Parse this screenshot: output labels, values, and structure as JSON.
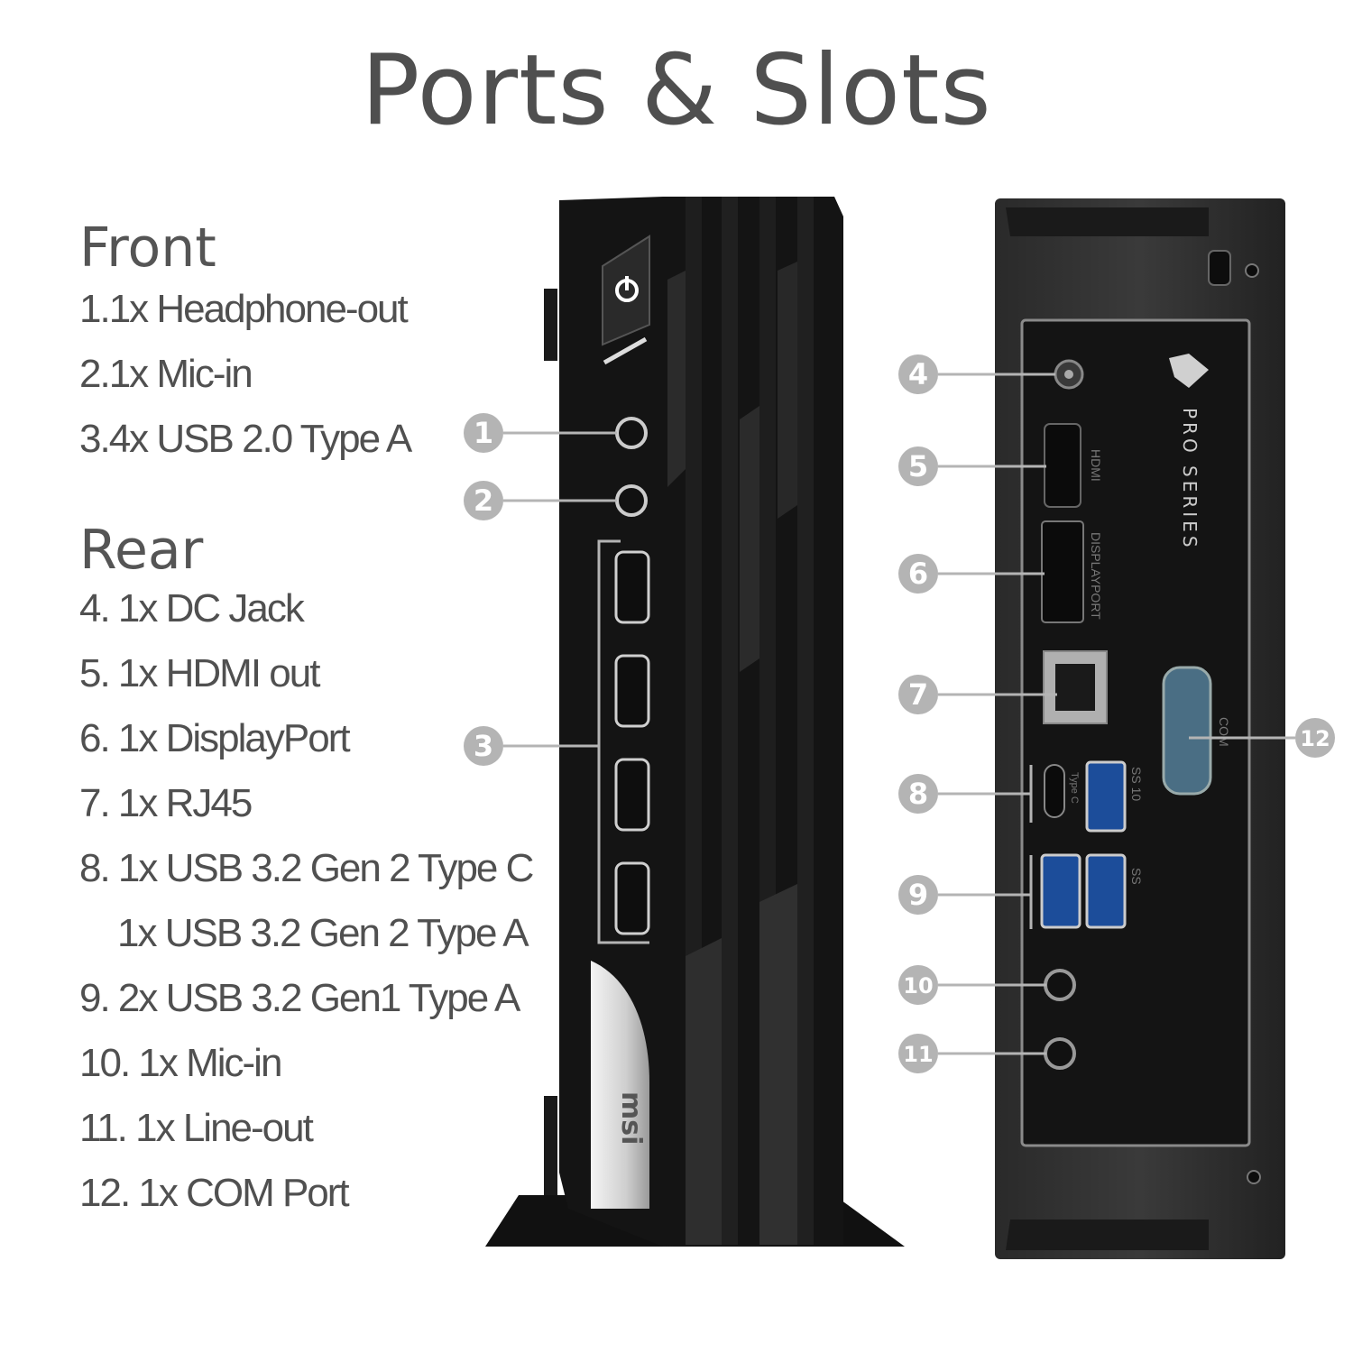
{
  "title": "Ports & Slots",
  "front": {
    "heading": "Front",
    "items": [
      "1.1x Headphone-out",
      "2.1x Mic-in",
      "3.4x USB 2.0 Type A"
    ]
  },
  "rear": {
    "heading": "Rear",
    "items": [
      "4. 1x DC Jack",
      "5. 1x HDMI out",
      "6. 1x DisplayPort",
      "7. 1x RJ45",
      "8. 1x USB 3.2 Gen 2 Type C",
      "1x USB 3.2 Gen 2 Type A",
      "9. 2x USB 3.2 Gen1 Type A",
      "10. 1x Mic-in",
      "11. 1x Line-out",
      "12. 1x COM Port"
    ]
  },
  "callouts": [
    "1",
    "2",
    "3",
    "4",
    "5",
    "6",
    "7",
    "8",
    "9",
    "10",
    "11",
    "12"
  ],
  "rear_panel_labels": {
    "brand": "PRO SERIES",
    "hdmi": "HDMI",
    "displayport": "DISPLAYPORT",
    "typec": "Type C",
    "com": "COM",
    "ss": "SS",
    "ss10": "SS 10"
  },
  "colors": {
    "badge": "#b4b4b4",
    "chassis": "#151515",
    "text": "#505050"
  }
}
